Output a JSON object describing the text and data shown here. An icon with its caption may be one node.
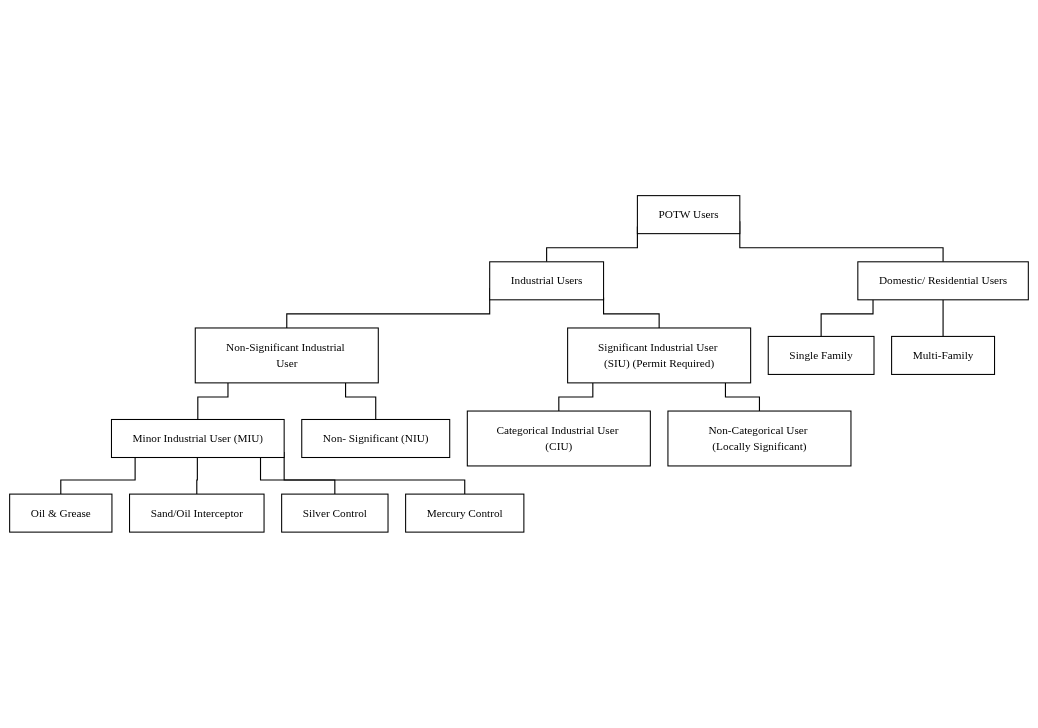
{
  "diagram": {
    "nodes": [
      {
        "text": [
          "POTW Users"
        ]
      },
      {
        "text": [
          "Industrial Users"
        ]
      },
      {
        "text": [
          "Domestic/ Residential Users"
        ]
      },
      {
        "text": [
          "Significant Industrial User (SIU) (Permit Required)"
        ]
      },
      {
        "text": [
          "Non-Significant Industrial User"
        ]
      },
      {
        "text": [
          "Minor Industrial User (MIU)"
        ]
      },
      {
        "text": [
          "Non- Significant (NIU)"
        ]
      },
      {
        "text": [
          "Categorical Industrial User (CIU)"
        ]
      },
      {
        "text": [
          "Non-Categorical User (Locally Significant)"
        ]
      },
      {
        "text": [
          "Oil & Grease"
        ]
      },
      {
        "text": [
          "Sand/Oil Interceptor"
        ]
      },
      {
        "text": [
          "Silver Control"
        ]
      },
      {
        "text": [
          "Mercury Control"
        ]
      },
      {
        "text": [
          "Single Family"
        ]
      },
      {
        "text": [
          "Multi-Family"
        ]
      }
    ],
    "edges": [
      {
        "from": 0,
        "to": 1,
        "arrow": "none"
      },
      {
        "from": 0,
        "to": 2,
        "arrow": "none"
      },
      {
        "from": 1,
        "to": 3,
        "arrow": "none"
      },
      {
        "from": 1,
        "to": 4,
        "arrow": "none"
      },
      {
        "from": 4,
        "to": 5,
        "arrow": "none"
      },
      {
        "from": 4,
        "to": 6,
        "arrow": "none"
      },
      {
        "from": 3,
        "to": 7,
        "arrow": "none"
      },
      {
        "from": 3,
        "to": 8,
        "arrow": "none"
      },
      {
        "from": 5,
        "to": 9,
        "arrow": "none"
      },
      {
        "from": 5,
        "to": 10,
        "arrow": "none"
      },
      {
        "from": 5,
        "to": 11,
        "arrow": "none"
      },
      {
        "from": 5,
        "to": 12,
        "arrow": "none"
      },
      {
        "from": 2,
        "to": 13,
        "arrow": "none"
      },
      {
        "from": 2,
        "to": 14,
        "arrow": "none"
      }
    ]
  }
}
